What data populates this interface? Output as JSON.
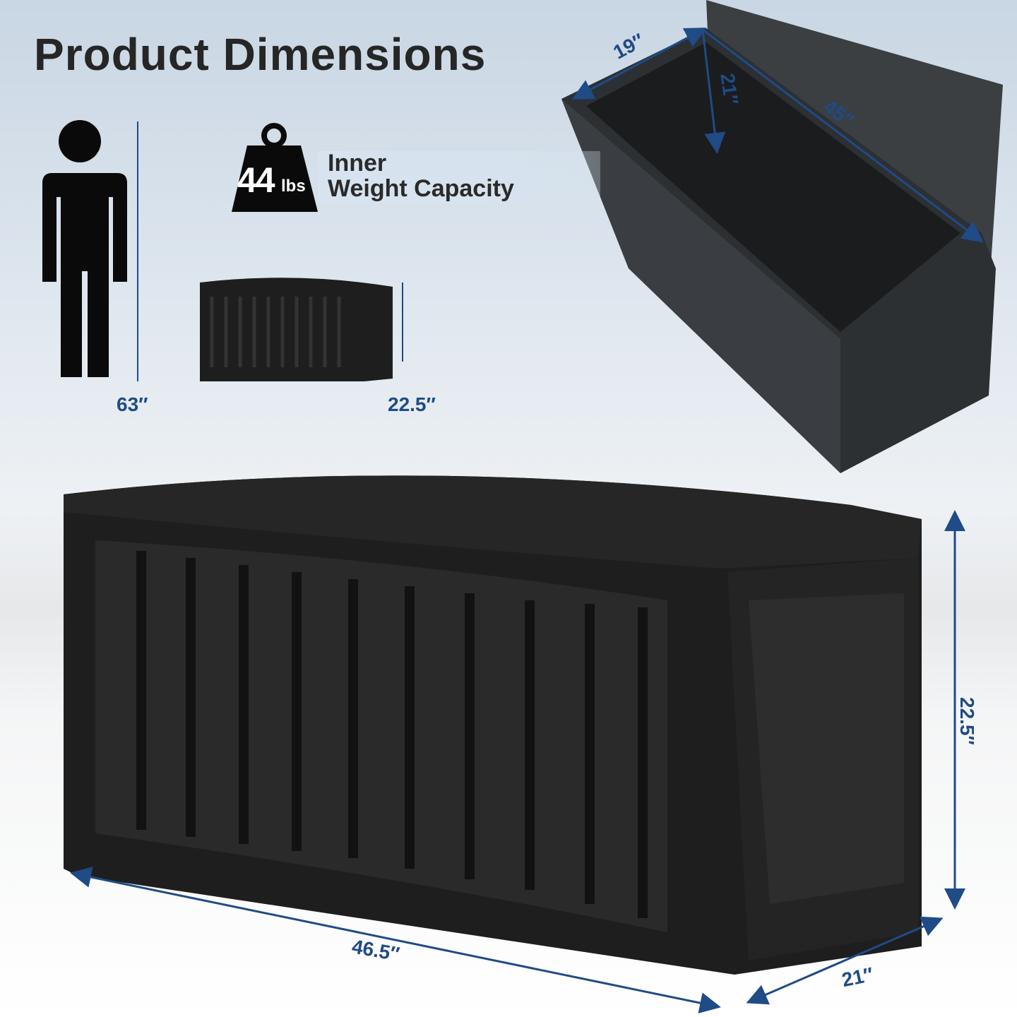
{
  "title": "Product Dimensions",
  "weight": {
    "value": "44",
    "unit": "lbs",
    "label_line1": "Inner",
    "label_line2": "Weight Capacity"
  },
  "person_height": "63″",
  "small_box_height": "22.5″",
  "inner": {
    "depth": "19″",
    "height": "21″",
    "length": "45″"
  },
  "outer": {
    "length": "46.5″",
    "depth": "21″",
    "height": "22.5″"
  },
  "colors": {
    "dimension": "#1f4b86",
    "box": "#1e1e1e"
  }
}
